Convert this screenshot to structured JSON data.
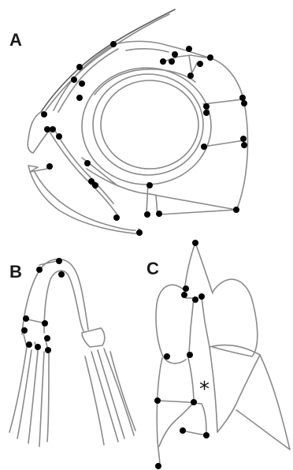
{
  "panels": [
    {
      "id": "A",
      "label": "A"
    },
    {
      "id": "B",
      "label": "B"
    },
    {
      "id": "C",
      "label": "C"
    }
  ],
  "annotation": {
    "asterisk": "*"
  },
  "colors": {
    "outline": "#8a8a8a",
    "landmark": "#000000",
    "background": "#ffffff"
  }
}
